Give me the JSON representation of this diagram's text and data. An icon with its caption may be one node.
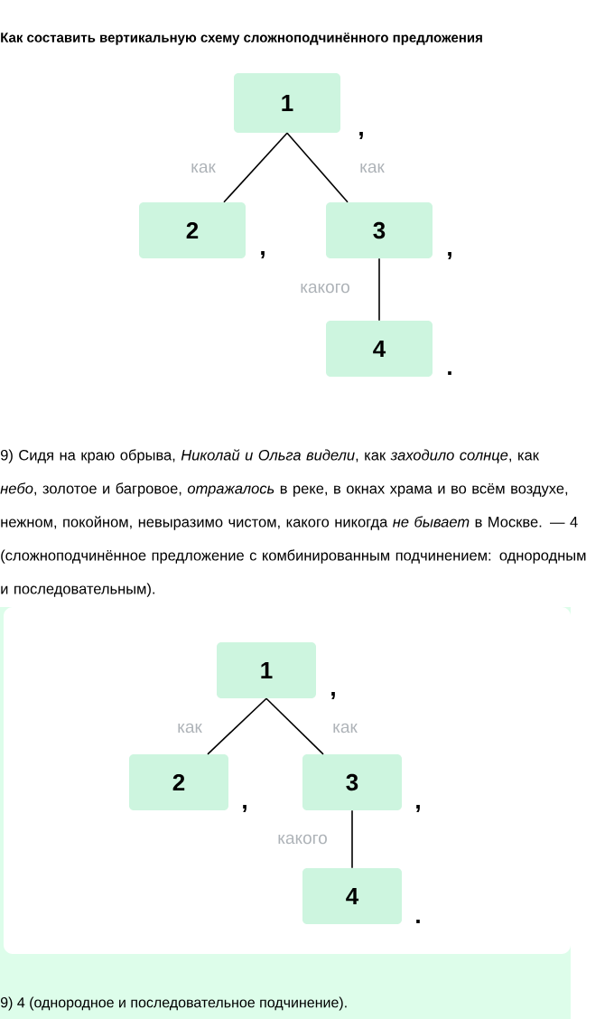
{
  "diagram": {
    "title": "Как составить вертикальную схему сложноподчинённого предложения",
    "nodes": [
      {
        "text": [
          "1"
        ],
        "beside": [
          ","
        ]
      },
      {
        "text": [
          "2"
        ],
        "beside": [
          ","
        ]
      },
      {
        "text": [
          "3"
        ],
        "beside": [
          ","
        ]
      },
      {
        "text": [
          "4"
        ],
        "beside": [
          "."
        ]
      },
      {
        "text": [
          "1"
        ],
        "beside": [
          ","
        ]
      },
      {
        "text": [
          "2"
        ],
        "beside": [
          ","
        ]
      },
      {
        "text": [
          "3"
        ],
        "beside": [
          ","
        ]
      },
      {
        "text": [
          "4"
        ],
        "beside": [
          "."
        ]
      }
    ],
    "edges": [
      {
        "from": 0,
        "to": 1,
        "arrow": "none",
        "label": "как"
      },
      {
        "from": 0,
        "to": 2,
        "arrow": "none",
        "label": "как"
      },
      {
        "from": 2,
        "to": 3,
        "arrow": "none",
        "label": "какого"
      },
      {
        "from": 4,
        "to": 5,
        "arrow": "none",
        "label": "как"
      },
      {
        "from": 4,
        "to": 6,
        "arrow": "none",
        "label": "как"
      },
      {
        "from": 6,
        "to": 7,
        "arrow": "none",
        "label": "какого"
      }
    ],
    "labels": [
      "9) Сидя на краю обрыва, *Николай и Ольга* *видели*, как *заходило* *солнце*, как *небо*, золотое и багровое, *отражалось* в реке, в окнах храма и во всём воздухе, нежном, покойном, невыразимо чистом, какого никогда *не бывает* в Москве. — 4 (сложноподчинённое предложение с комбинированным подчинением: однородным и последовательным).",
      "9) 4 (однородное и последовательное подчинение)."
    ]
  }
}
